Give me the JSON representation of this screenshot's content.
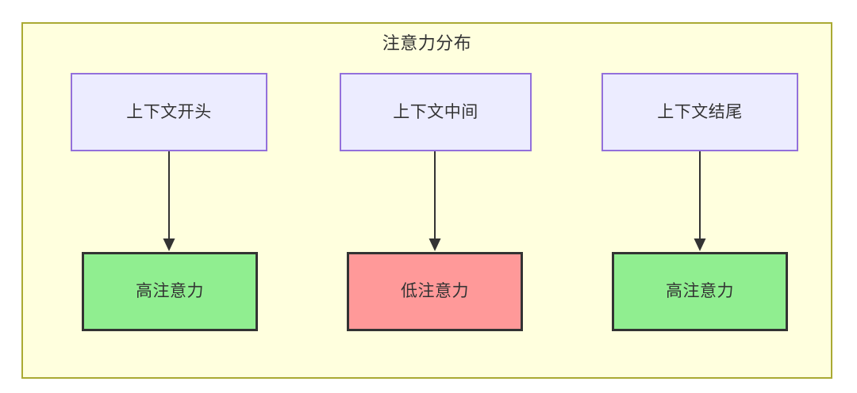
{
  "diagram": {
    "title": "注意力分布",
    "container": {
      "fill": "#ffffde",
      "stroke": "#aaaa33"
    },
    "columns": [
      {
        "id": "start",
        "context": {
          "label": "上下文开头",
          "fill": "#ececff",
          "stroke": "#9370db"
        },
        "outcome": {
          "label": "高注意力",
          "fill": "#90ee90",
          "stroke": "#333333",
          "level": "high"
        },
        "edge": {
          "arrowhead": "solid-triangle",
          "stroke": "#333333"
        }
      },
      {
        "id": "middle",
        "context": {
          "label": "上下文中间",
          "fill": "#ececff",
          "stroke": "#9370db"
        },
        "outcome": {
          "label": "低注意力",
          "fill": "#ff9999",
          "stroke": "#333333",
          "level": "low"
        },
        "edge": {
          "arrowhead": "solid-triangle",
          "stroke": "#333333"
        }
      },
      {
        "id": "end",
        "context": {
          "label": "上下文结尾",
          "fill": "#ececff",
          "stroke": "#9370db"
        },
        "outcome": {
          "label": "高注意力",
          "fill": "#90ee90",
          "stroke": "#333333",
          "level": "high"
        },
        "edge": {
          "arrowhead": "solid-triangle",
          "stroke": "#333333"
        }
      }
    ]
  }
}
